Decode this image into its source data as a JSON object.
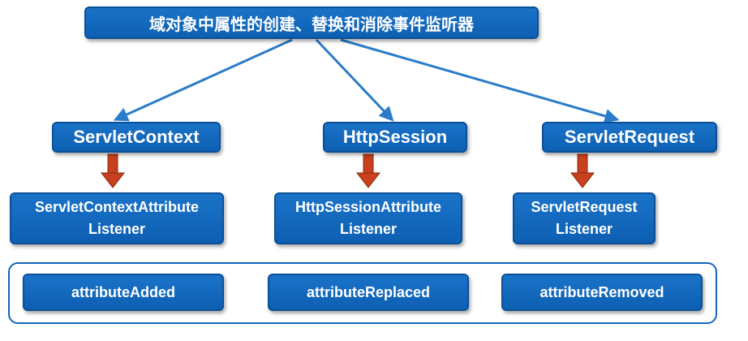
{
  "title": "域对象中属性的创建、替换和消除事件监听器",
  "scopes": [
    {
      "name": "ServletContext",
      "listener_line1": "ServletContextAttribute",
      "listener_line2": "Listener"
    },
    {
      "name": "HttpSession",
      "listener_line1": "HttpSessionAttribute",
      "listener_line2": "Listener"
    },
    {
      "name": "ServletRequest",
      "listener_line1": "ServletRequest",
      "listener_line2": "Listener"
    }
  ],
  "methods": [
    "attributeAdded",
    "attributeReplaced",
    "attributeRemoved"
  ],
  "colors": {
    "box_blue": "#1a73c8",
    "arrow_blue": "#2a7cc9",
    "down_arrow_red": "#c8401d"
  }
}
